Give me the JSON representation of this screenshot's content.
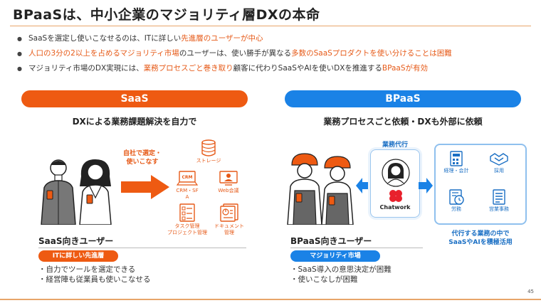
{
  "title": "BPaaSは、中小企業のマジョリティ層DXの本命",
  "bullets": [
    {
      "parts": [
        {
          "t": "SaaSを選定し使いこなせるのは、ITに詳しい",
          "h": false
        },
        {
          "t": "先進層のユーザーが中心",
          "h": true
        }
      ]
    },
    {
      "parts": [
        {
          "t": "人口の3分の2以上を占めるマジョリティ市場",
          "h": true
        },
        {
          "t": "のユーザーは、使い勝手が異なる",
          "h": false
        },
        {
          "t": "多数のSaaSプロダクトを使い分けることは困難",
          "h": true
        }
      ]
    },
    {
      "parts": [
        {
          "t": "マジョリティ市場のDX実現には、",
          "h": false
        },
        {
          "t": "業務プロセスごと巻き取り",
          "h": true
        },
        {
          "t": "顧客に代わりSaaSやAIを使いDXを推進する",
          "h": false
        },
        {
          "t": "BPaaSが有効",
          "h": true
        }
      ]
    }
  ],
  "saas": {
    "pill": "SaaS",
    "subhead": "DXによる業務課題解決を自力で",
    "callout_line1": "自社で選定・",
    "callout_line2": "使いこなす",
    "tools": {
      "storage": "ストレージ",
      "crm_line1": "CRM・SF",
      "crm_line2": "A",
      "crm_icon_text": "CRM",
      "web": "Web会議",
      "task_line1": "タスク管理",
      "task_line2": "プロジェクト管理",
      "doc_line1": "ドキュメント",
      "doc_line2": "管理"
    },
    "user_label": "SaaS向きユーザー",
    "tag": "ITに詳しい先進層",
    "desc_line1": "・自力でツールを選定できる",
    "desc_line2": "・経営陣も従業員も使いこなせる"
  },
  "bpaas": {
    "pill": "BPaaS",
    "subhead": "業務プロセスごと依頼・DXも外部に依頼",
    "agent_label": "業務代行",
    "agent_brand": "Chatwork",
    "ops": {
      "accounting": "経理・会計",
      "hiring": "採用",
      "labor": "労務",
      "sales": "営業事務"
    },
    "ops_caption_line1": "代行する業務の中で",
    "ops_caption_line2": "SaaSやAIを積極活用",
    "user_label": "BPaaS向きユーザー",
    "tag": "マジョリティ市場",
    "desc_line1": "・SaaS導入の意思決定が困難",
    "desc_line2": "・使いこなしが困難"
  },
  "page_number": "45",
  "colors": {
    "orange": "#ee5a12",
    "blue": "#1a82e6",
    "text_highlight": "#e65a18",
    "ops_blue": "#1a6fc4"
  }
}
